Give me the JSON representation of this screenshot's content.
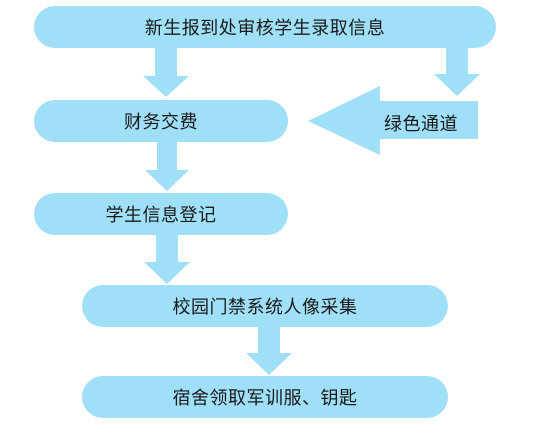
{
  "steps": [
    {
      "label": "新生报到处审核学生录取信息"
    },
    {
      "label": "财务交费"
    },
    {
      "label": "学生信息登记"
    },
    {
      "label": "校园门禁系统人像采集"
    },
    {
      "label": "宿舍领取军训服、钥匙"
    }
  ],
  "side_path": {
    "label": "绿色通道"
  },
  "colors": {
    "box_fill": "#9fdff7",
    "arrow_fill": "#9fdff7",
    "text": "#1a1a1a"
  }
}
